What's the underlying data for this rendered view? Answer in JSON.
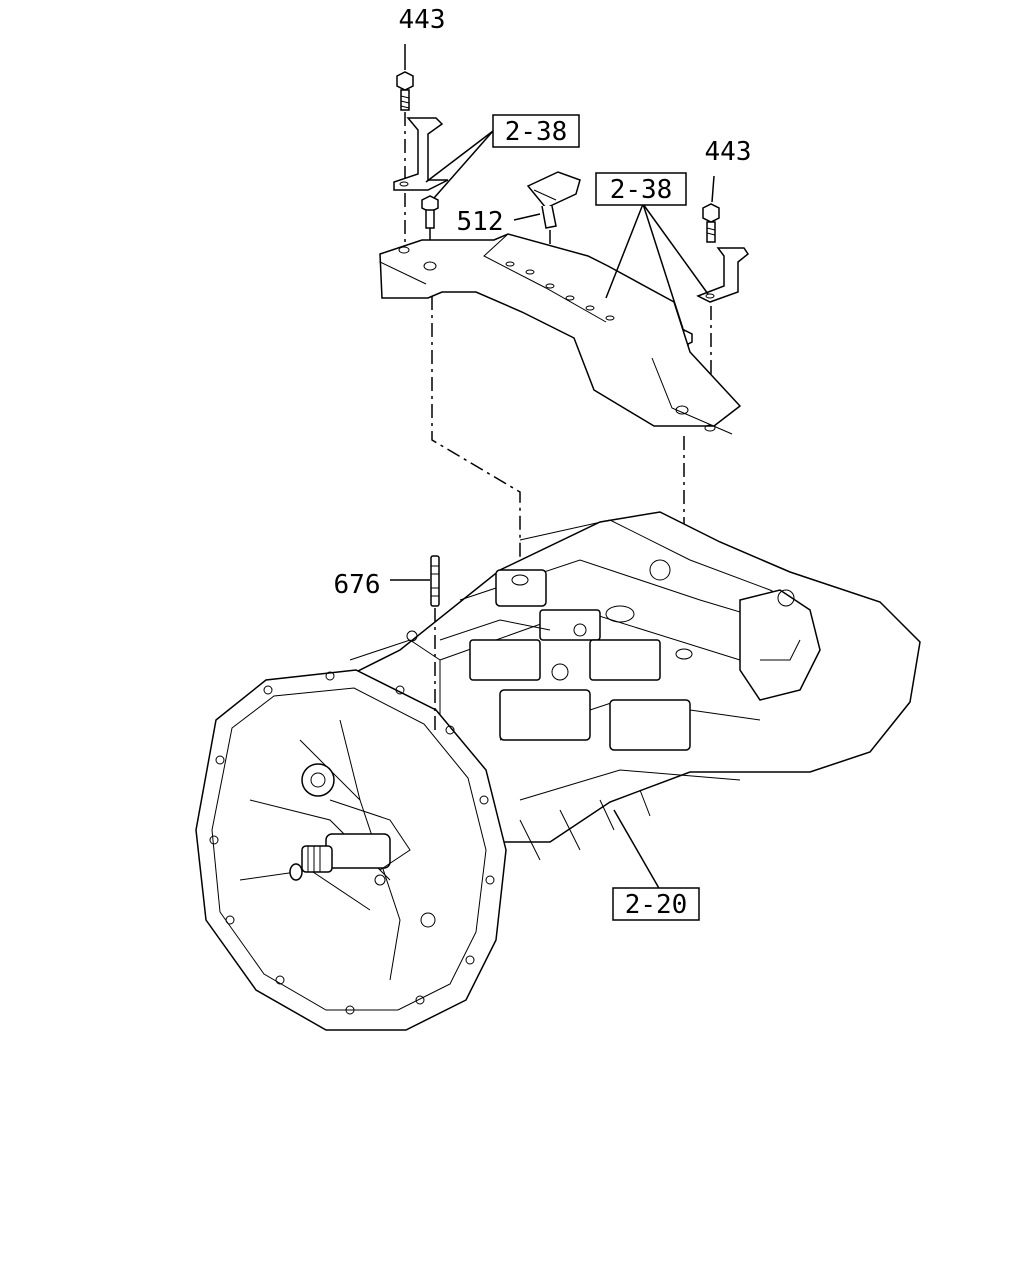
{
  "callouts": {
    "bolt_left": "443",
    "bolt_right": "443",
    "ref_bracket_left": "2-38",
    "ref_bracket_right": "2-38",
    "clip": "512",
    "stud": "676",
    "ref_transmission": "2-20"
  }
}
